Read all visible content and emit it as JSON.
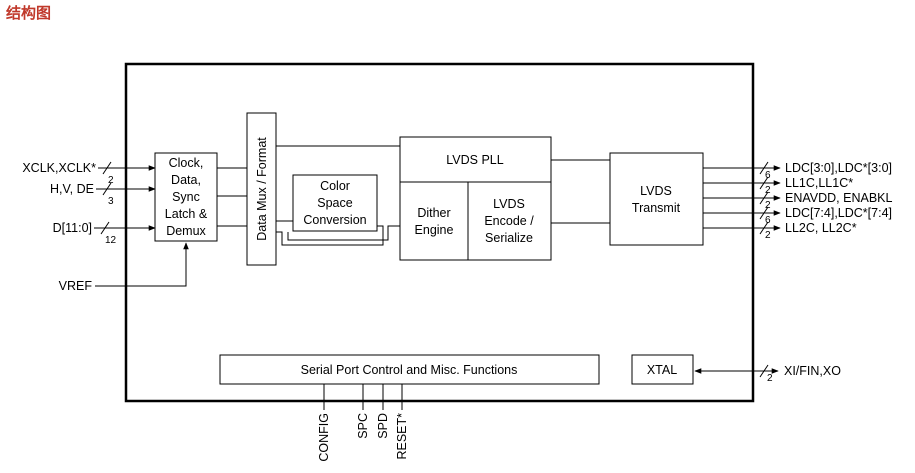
{
  "title": "结构图",
  "blocks": {
    "clock": [
      "Clock,",
      "Data,",
      "Sync",
      "Latch &",
      "Demux"
    ],
    "mux": "Data Mux / Format",
    "csc": [
      "Color",
      "Space",
      "Conversion"
    ],
    "pll": "LVDS PLL",
    "dither": [
      "Dither",
      "Engine"
    ],
    "encode": [
      "LVDS",
      "Encode /",
      "Serialize"
    ],
    "transmit": [
      "LVDS",
      "Transmit"
    ],
    "serial": "Serial Port Control and Misc. Functions",
    "xtal": "XTAL"
  },
  "inputs": [
    {
      "label": "XCLK,XCLK*",
      "bus": "2"
    },
    {
      "label": "H,V, DE",
      "bus": "3"
    },
    {
      "label": "D[11:0]",
      "bus": "12"
    },
    {
      "label": "VREF",
      "bus": ""
    }
  ],
  "outputs": [
    {
      "label": "LDC[3:0],LDC*[3:0]",
      "bus": "6"
    },
    {
      "label": "LL1C,LL1C*",
      "bus": "2"
    },
    {
      "label": "ENAVDD, ENABKL",
      "bus": "2"
    },
    {
      "label": "LDC[7:4],LDC*[7:4]",
      "bus": "6"
    },
    {
      "label": "LL2C, LL2C*",
      "bus": "2"
    }
  ],
  "xtal_io": {
    "label": "XI/FIN,XO",
    "bus": "2"
  },
  "bottom_pins": [
    "CONFIG",
    "SPC",
    "SPD",
    "RESET*"
  ]
}
